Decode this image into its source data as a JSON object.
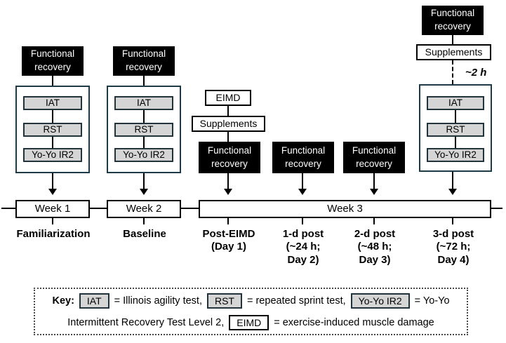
{
  "diagram": {
    "functional_recovery": "Functional\nrecovery",
    "supplements": "Supplements",
    "eimd": "EIMD",
    "delay": "~2 h",
    "tests": {
      "iat": "IAT",
      "rst": "RST",
      "yoyo": "Yo-Yo IR2"
    }
  },
  "timeline": {
    "weeks": {
      "week1": "Week 1",
      "week2": "Week 2",
      "week3": "Week 3"
    },
    "phases": {
      "familiarization": "Familiarization",
      "baseline": "Baseline",
      "post_eimd": "Post-EIMD\n(Day 1)",
      "post_1d": "1-d post\n(~24 h;\nDay 2)",
      "post_2d": "2-d post\n(~48 h;\nDay 3)",
      "post_3d": "3-d post\n(~72 h;\nDay 4)"
    }
  },
  "key": {
    "label": "Key:",
    "iat_chip": "IAT",
    "iat_def": "= Illinois agility test,",
    "rst_chip": "RST",
    "rst_def": "= repeated sprint test,",
    "yoyo_chip": "Yo-Yo IR2",
    "yoyo_def": "= Yo-Yo",
    "line2_text": "Intermittent Recovery Test Level 2,",
    "eimd_chip": "EIMD",
    "eimd_def": "= exercise-induced muscle damage"
  },
  "colors": {
    "black_box": "#000000",
    "chip_fill": "#d5d5d5",
    "chip_border": "#22333b",
    "container_border": "#1e3a46",
    "line": "#000000",
    "background": "#ffffff"
  }
}
